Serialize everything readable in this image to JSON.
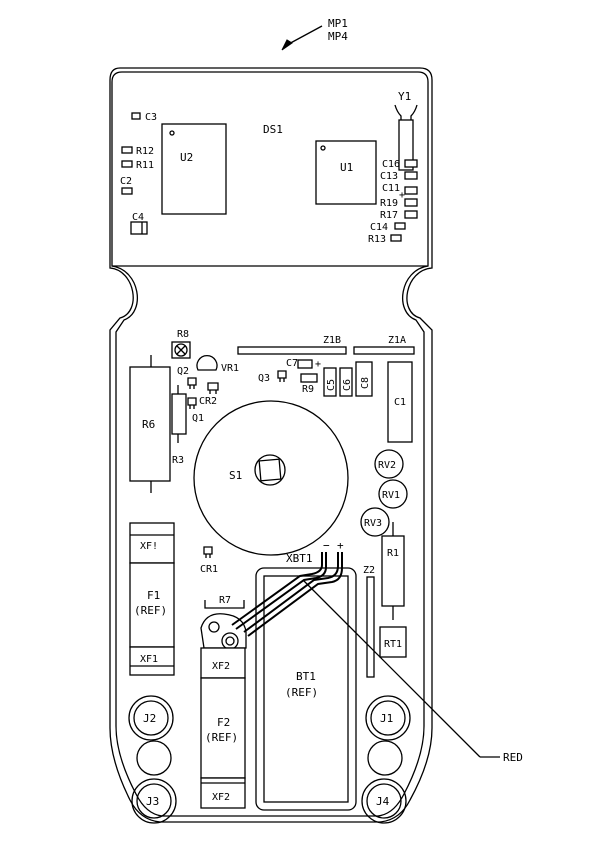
{
  "callouts": {
    "mp1": "MP1",
    "mp4": "MP4",
    "red": "RED"
  },
  "display": {
    "ds1": "DS1",
    "u1": "U1",
    "u2": "U2",
    "y1": "Y1"
  },
  "top_components": [
    "C3",
    "R12",
    "R11",
    "C2",
    "C4",
    "C16",
    "C13",
    "C11",
    "R19",
    "R17",
    "C14",
    "R13"
  ],
  "main": {
    "r8": "R8",
    "vr1": "VR1",
    "q2": "Q2",
    "q3": "Q3",
    "q1": "Q1",
    "cr2": "CR2",
    "r6": "R6",
    "r3": "R3",
    "s1": "S1",
    "z1b": "Z1B",
    "z1a": "Z1A",
    "c7": "C7",
    "r9": "R9",
    "c5": "C5",
    "c6": "C6",
    "c8": "C8",
    "c1": "C1",
    "rv2": "RV2",
    "rv1": "RV1",
    "rv3": "RV3",
    "r1": "R1",
    "z2": "Z2",
    "rt1": "RT1",
    "xbt1": "XBT1",
    "minus": "−",
    "plus": "+",
    "xf_top": "XF!",
    "f1": "F1",
    "ref": "(REF)",
    "xf1": "XF1",
    "cr1": "CR1",
    "r7": "R7",
    "xf2_top": "XF2",
    "f2": "F2",
    "xf2_bot": "XF2",
    "bt1": "BT1",
    "j1": "J1",
    "j2": "J2",
    "j3": "J3",
    "j4": "J4",
    "c7_plus": "+",
    "c11_plus": "+"
  }
}
